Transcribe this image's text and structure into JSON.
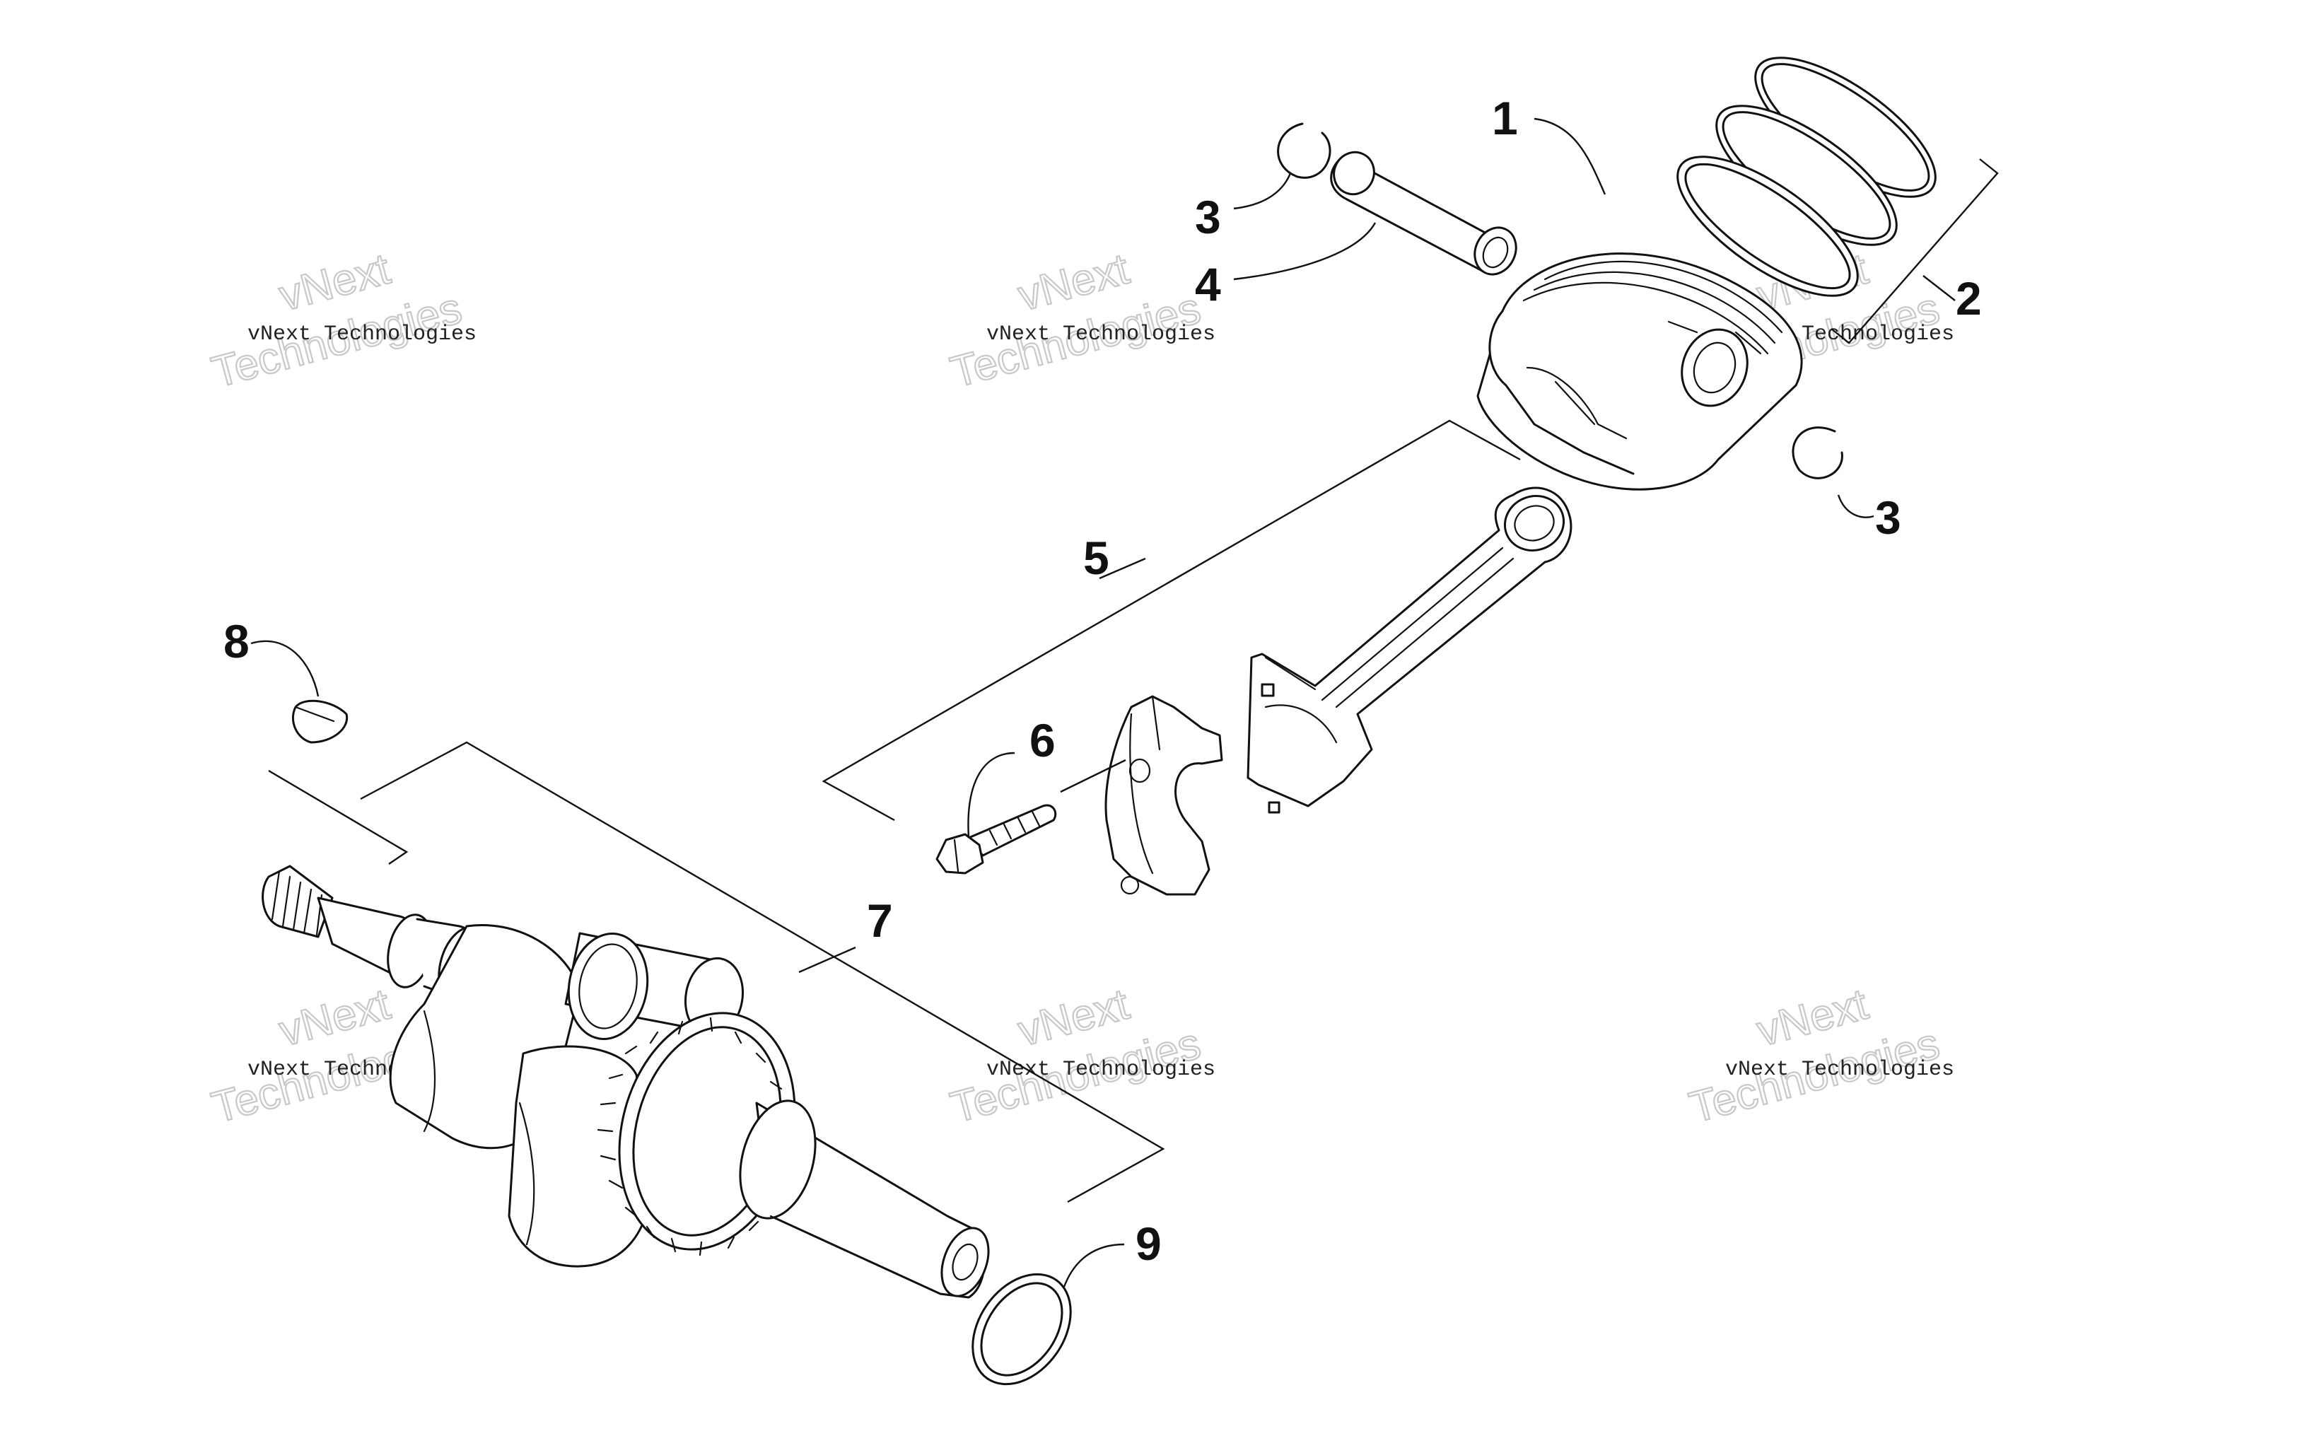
{
  "callouts": {
    "c1": "1",
    "c2": "2",
    "c3a": "3",
    "c3b": "3",
    "c4": "4",
    "c5": "5",
    "c6": "6",
    "c7": "7",
    "c8": "8",
    "c9": "9"
  },
  "watermark": {
    "vnext": "vNext",
    "technologies": "Technologies",
    "line": "vNext Technologies"
  },
  "colors": {
    "line": "#111111",
    "watermark": "#c8c8c8",
    "background": "#ffffff"
  }
}
